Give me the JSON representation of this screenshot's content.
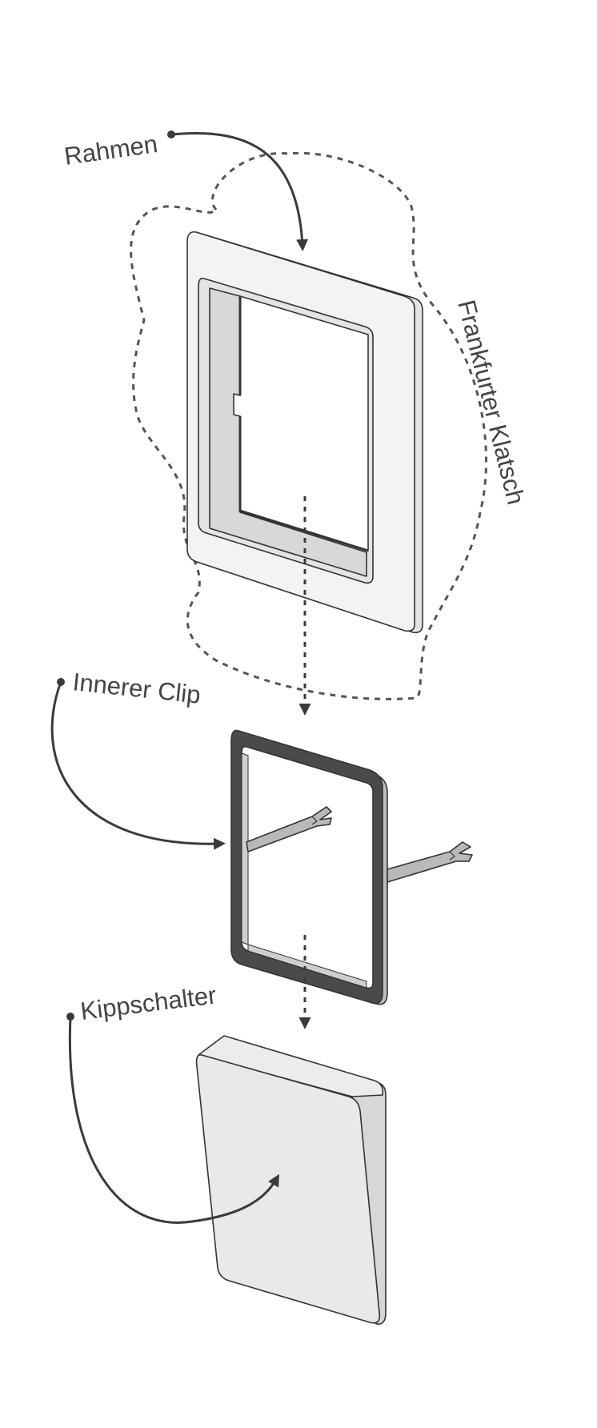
{
  "labels": {
    "frame": "Rahmen",
    "group": "Frankfurter Klatsch",
    "clip": "Innerer Clip",
    "switch": "Kippschalter"
  },
  "colors": {
    "line": "#3a3a3a",
    "frame_face": "#f4f4f4",
    "frame_side": "#e2e2e2",
    "clip_dark": "#4a4a4a",
    "switch_face": "#e8e8e8",
    "switch_side": "#d6d6d6"
  }
}
